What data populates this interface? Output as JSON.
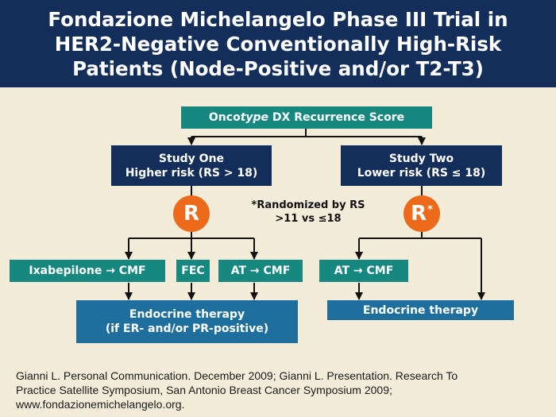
{
  "title": {
    "line1": "Fondazione Michelangelo Phase III Trial in",
    "line2": "HER2-Negative Conventionally High-Risk",
    "line3": "Patients (Node-Positive and/or T2-T3)"
  },
  "diagram": {
    "top_box": {
      "pre": "Onco",
      "italic": "type",
      "post": " DX Recurrence Score"
    },
    "study_one": {
      "line1": "Study One",
      "line2": "Higher risk (RS > 18)"
    },
    "study_two": {
      "line1": "Study Two",
      "line2": "Lower risk (RS ≤ 18)"
    },
    "randomize_one": "R",
    "randomize_two": "R",
    "randomize_two_mark": "*",
    "note": {
      "line1": "*Randomized by RS",
      "line2": ">11 vs ≤18"
    },
    "arms_one": [
      "Ixabepilone → CMF",
      "FEC",
      "AT → CMF"
    ],
    "arm_two": "AT → CMF",
    "endocrine_one": {
      "line1": "Endocrine therapy",
      "line2": "(if ER- and/or PR-positive)"
    },
    "endocrine_two": "Endocrine therapy"
  },
  "citation": {
    "line1": "Gianni L. Personal Communication. December 2009; Gianni L. Presentation. Research To",
    "line2": "Practice Satellite Symposium, San Antonio Breast Cancer Symposium 2009;",
    "line3": "www.fondazionemichelangelo.org."
  },
  "colors": {
    "header": "#142e5c",
    "background": "#f2ecd9",
    "teal": "#17887f",
    "navy": "#142e5c",
    "blue": "#1f6f9e",
    "orange": "#ec6a1a"
  }
}
